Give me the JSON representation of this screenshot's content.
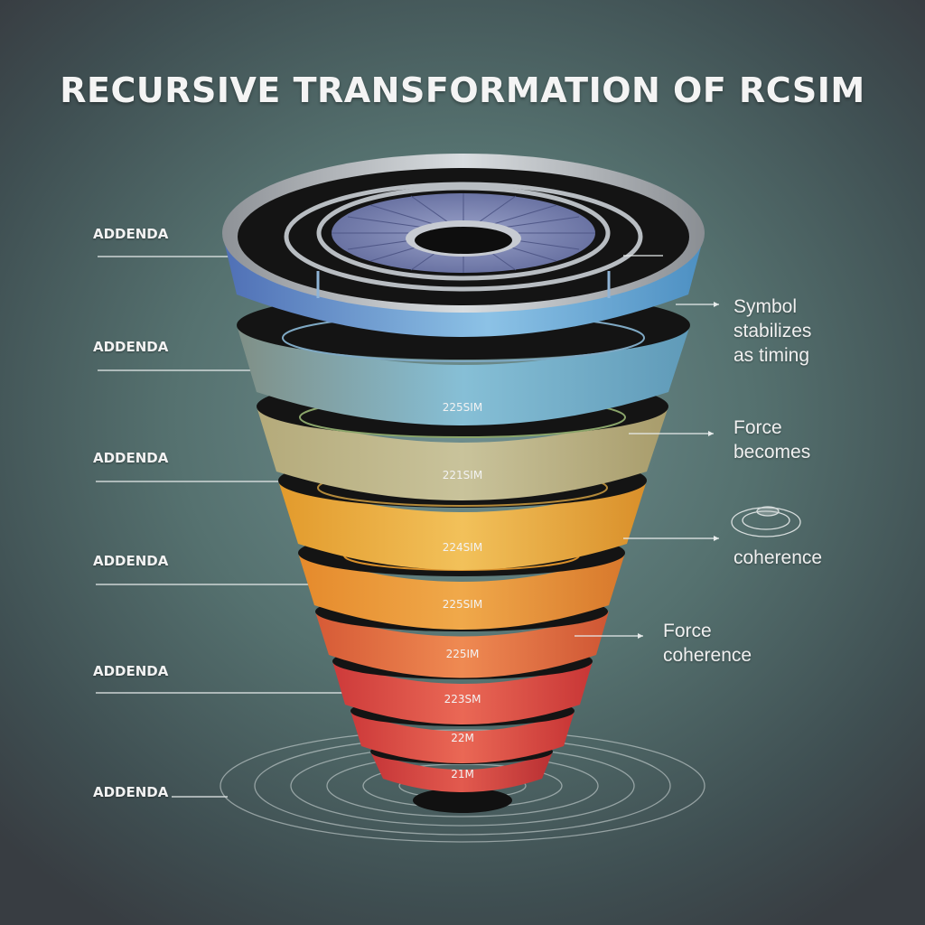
{
  "title": "RECURSIVE TRANSFORMATION OF RCSIM",
  "left_labels": [
    "ADDENDA",
    "ADDENDA",
    "ADDENDA",
    "ADDENDA",
    "ADDENDA",
    "ADDENDA"
  ],
  "right_labels": {
    "symbol": "Symbol\nstabilizes\nas timing",
    "force_becomes": "Force\nbecomes",
    "coherence": "coherence",
    "force_coherence": "Force\ncoherence"
  },
  "band_labels": [
    "225SIM",
    "221SIM",
    "224SIM",
    "225SIM",
    "225IM",
    "223SM",
    "22M",
    "21M"
  ],
  "colors": {
    "blue": "#5f95c7",
    "teal": "#7aa9be",
    "khaki": "#a8a274",
    "gold": "#d9a23a",
    "orange": "#e38d30",
    "orange_red": "#de6a3a",
    "red": "#d84a3e",
    "crimson": "#cc3f3c"
  }
}
